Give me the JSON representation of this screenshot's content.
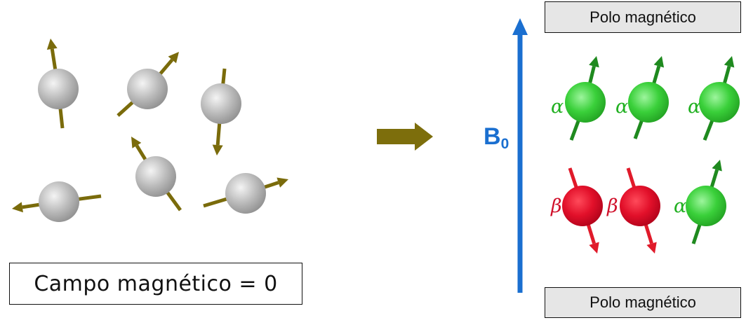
{
  "left_panel": {
    "label": "Campo magnético = 0"
  },
  "right_panel": {
    "field_label_main": "B",
    "field_label_sub": "0",
    "pole_top": "Polo magnético",
    "pole_bottom": "Polo magnético",
    "spin_labels": [
      "α",
      "α",
      "α",
      "β",
      "β",
      "α"
    ]
  },
  "colors": {
    "gray_nucleus": "#a9a9a9",
    "spin_arrow_left": "#7a6b0b",
    "transition_arrow": "#7d6e0c",
    "field_arrow": "#1a6fd0",
    "alpha_nucleus": "#22b022",
    "alpha_arrow": "#1f8a1f",
    "beta_nucleus": "#e0102a",
    "beta_arrow": "#e01a2a"
  }
}
